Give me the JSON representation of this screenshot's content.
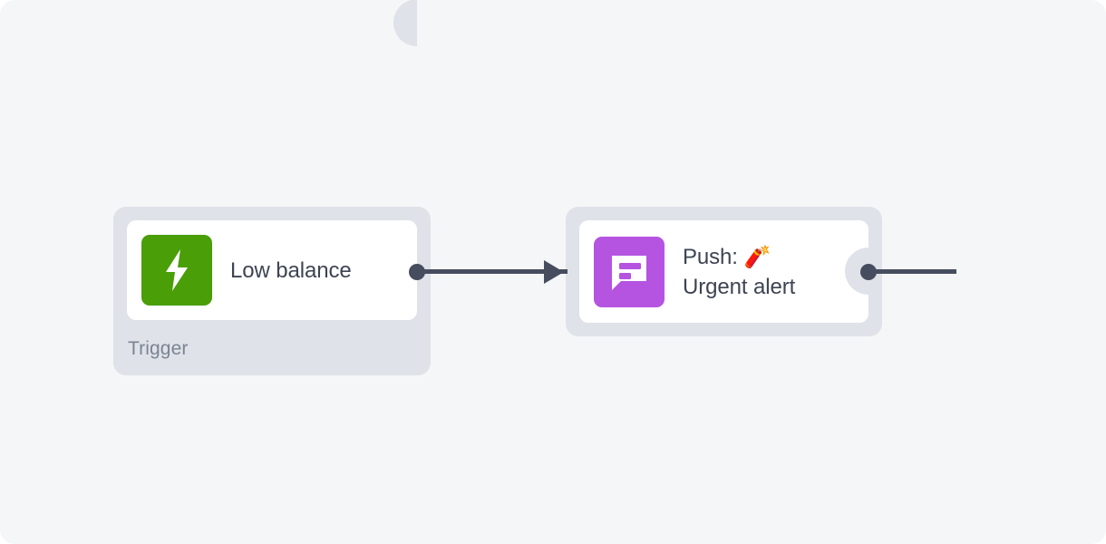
{
  "canvas": {
    "background": "#f5f6f7",
    "page_background": "#ffffff"
  },
  "colors": {
    "node_shell": "#dfe2e8",
    "card": "#ffffff",
    "label_text": "#3d4452",
    "sub_text": "#7b8493",
    "connector": "#464d5e",
    "trigger_icon_bg": "#4a9e07",
    "push_icon_bg": "#b554e0"
  },
  "nodes": [
    {
      "id": "trigger-node",
      "icon": "lightning-bolt-icon",
      "icon_bg": "#4a9e07",
      "label": "Low balance",
      "sublabel": "Trigger",
      "has_output_port": true,
      "has_input_port": false
    },
    {
      "id": "push-node",
      "icon": "speech-bubble-icon",
      "icon_bg": "#b554e0",
      "label_line_1": "Push: 🧨",
      "label_line_2": "Urgent alert",
      "label": "Push: 🧨\nUrgent alert",
      "emoji": "🧨",
      "emoji_name": "firecracker",
      "sublabel": "",
      "has_output_port": true,
      "has_input_port": true
    }
  ],
  "connections": [
    {
      "id": "trigger-to-push",
      "from": "trigger-node",
      "to": "push-node",
      "style": "arrow"
    },
    {
      "id": "push-to-next",
      "from": "push-node",
      "to": "",
      "style": "line"
    }
  ]
}
